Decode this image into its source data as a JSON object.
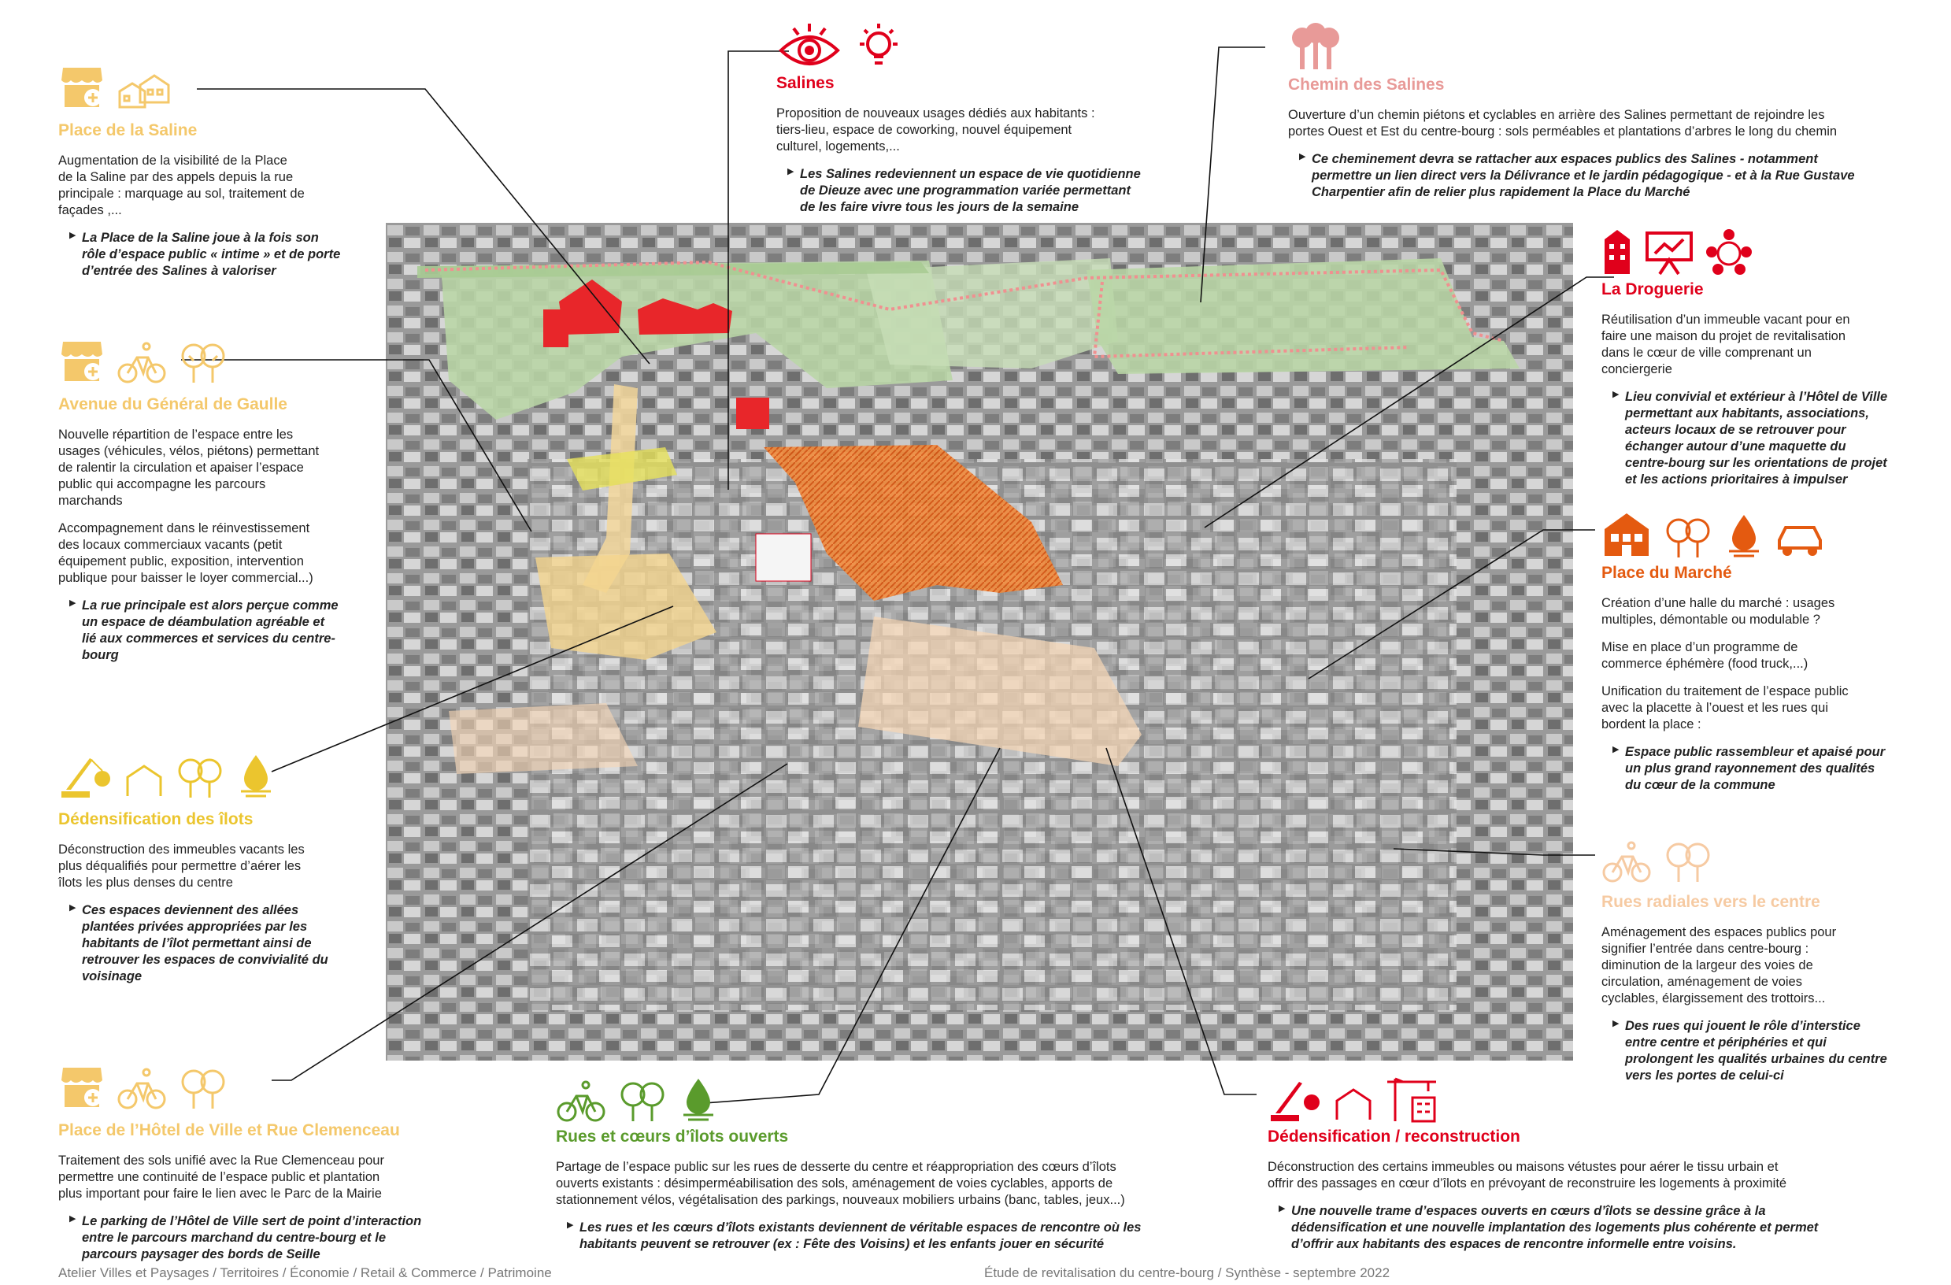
{
  "colors": {
    "sand": "#f4c86b",
    "gold": "#ebc52e",
    "red": "#e0001b",
    "pink": "#e89a98",
    "orange": "#e45a10",
    "green": "#5a9b2c",
    "peach": "#f6caa2"
  },
  "sections": {
    "saline": {
      "icons": [
        "market-stall-add-icon",
        "buildings-icon"
      ],
      "title": "Place de la Saline",
      "para": "Augmentation de la visibilité de la Place\nde la Saline par des appels depuis la rue\nprincipale : marquage au sol, traitement de\nfaçades ,...",
      "bullet": "La Place de la Saline joue à la fois son\nrôle d’espace public « intime » et de porte\nd’entrée des Salines à valoriser"
    },
    "gaulle": {
      "icons": [
        "market-stall-add-icon",
        "bicycle-icon",
        "trees-icon"
      ],
      "title": "Avenue du Général de Gaulle",
      "para1": "Nouvelle répartition de l’espace entre les\nusages (véhicules, vélos, piétons) permettant\nde ralentir la circulation et apaiser l’espace\npublic qui accompagne les parcours\nmarchands",
      "para2": "Accompagnement dans le réinvestissement\ndes locaux commerciaux vacants (petit\néquipement public, exposition, intervention\npublique pour baisser le loyer commercial...)",
      "bullet": "La rue principale est alors perçue comme\nun espace de déambulation agréable et\nlié aux commerces et services du centre-\nbourg"
    },
    "ilots": {
      "icons": [
        "demolition-crane-icon",
        "trees-icon",
        "water-drop-icon"
      ],
      "title": "Dédensification des îlots",
      "para": "Déconstruction des immeubles vacants les\nplus déqualifiés pour permettre d’aérer les\nîlots les plus denses du centre",
      "bullet": "Ces espaces deviennent des allées\nplantées privées appropriées par les\nhabitants de l’îlot permettant ainsi de\nretrouver les espaces de convivialité du\nvoisinage"
    },
    "hotelville": {
      "icons": [
        "market-stall-add-icon",
        "bicycle-icon",
        "trees-icon"
      ],
      "title": "Place de l’Hôtel de Ville et Rue Clemenceau",
      "para": "Traitement des sols unifié avec la Rue Clemenceau pour\npermettre une continuité de l’espace public et plantation\nplus important pour faire le lien avec le Parc de la Mairie",
      "bullet": "Le parking de l’Hôtel de Ville sert de point d’interaction\nentre le parcours marchand du centre-bourg et le\nparcours paysager des bords de Seille"
    },
    "salines": {
      "icons": [
        "eye-icon",
        "lightbulb-icon"
      ],
      "title": "Salines",
      "para": "Proposition de nouveaux usages dédiés aux habitants :\ntiers-lieu, espace de coworking, nouvel équipement\nculturel, logements,...",
      "bullet": "Les Salines redeviennent un espace de vie quotidienne\nde Dieuze avec une programmation variée permettant\nde les faire vivre tous les jours de la semaine"
    },
    "chemin": {
      "icons": [
        "trees-icon"
      ],
      "title": "Chemin des Salines",
      "para": "Ouverture d’un chemin piétons et cyclables en arrière des Salines permettant de rejoindre les\nportes Ouest et Est du centre-bourg : sols perméables et plantations d’arbres le long du chemin",
      "bullet": "Ce cheminement devra se rattacher aux espaces publics des Salines - notamment\npermettre un lien direct vers la Délivrance et le jardin pédagogique - et à la Rue Gustave\nCharpentier afin de relier plus rapidement la Place du Marché"
    },
    "droguerie": {
      "icons": [
        "building-icon",
        "presentation-icon",
        "community-icon"
      ],
      "title": "La Droguerie",
      "para": "Réutilisation d’un immeuble vacant pour en\nfaire une maison du projet de revitalisation\ndans le cœur de ville comprenant un\nconciergerie",
      "bullet": "Lieu convivial et extérieur à l’Hôtel de Ville\npermettant aux habitants, associations,\nacteurs locaux de se retrouver pour\néchanger autour d’une maquette du\ncentre-bourg sur les orientations de projet\net les actions prioritaires à impulser"
    },
    "marche": {
      "icons": [
        "market-hall-icon",
        "trees-icon",
        "water-drop-icon",
        "car-icon"
      ],
      "title": "Place du Marché",
      "para1": "Création d’une halle du marché : usages\nmultiples, démontable ou modulable ?",
      "para2": "Mise en place d’un programme de\ncommerce éphémère (food truck,...)",
      "para3": "Unification du traitement de l’espace public\navec la placette à l’ouest et les rues qui\nbordent la place :",
      "bullet": "Espace public rassembleur et apaisé pour\nun plus grand rayonnement des qualités\ndu cœur de la commune"
    },
    "radiales": {
      "icons": [
        "bicycle-icon",
        "trees-icon"
      ],
      "title": "Rues radiales vers le centre",
      "para": "Aménagement des espaces publics pour\nsignifier l’entrée dans centre-bourg :\ndiminution de la largeur des voies de\ncirculation, aménagement de voies\ncyclables, élargissement des trottoirs...",
      "bullet": "Des rues qui jouent le rôle d’interstice\nentre centre et périphéries et qui\nprolongent les qualités urbaines du centre\nvers les portes de celui-ci"
    },
    "rues_coeurs": {
      "icons": [
        "bicycle-icon",
        "trees-icon",
        "water-drop-icon"
      ],
      "title": "Rues et cœurs d’îlots ouverts",
      "para": "Partage de l’espace public sur les rues de desserte du centre et réappropriation des cœurs d’îlots\nouverts existants : désimperméabilisation des sols, aménagement de voies cyclables, apports de\nstationnement vélos, végétalisation des parkings, nouveaux mobiliers urbains (banc, tables, jeux...)",
      "bullet": "Les rues et les cœurs d’îlots existants deviennent de véritable espaces de rencontre où les\nhabitants peuvent se retrouver (ex : Fête des Voisins) et les enfants jouer en sécurité"
    },
    "reconstruction": {
      "icons": [
        "demolition-crane-icon",
        "construction-crane-icon"
      ],
      "title": "Dédensification / reconstruction",
      "para": "Déconstruction des certains immeubles ou maisons vétustes pour aérer le tissu urbain et\noffrir des passages en cœur d’îlots en prévoyant de reconstruire les logements à proximité",
      "bullet": "Une nouvelle trame d’espaces ouverts en cœurs d’îlots se dessine grâce à la\ndédensification et une nouvelle implantation des logements plus cohérente et permet\nd’offrir aux habitants des espaces de rencontre informelle entre voisins."
    }
  },
  "footer": {
    "left": "Atelier Villes et Paysages / Territoires / Économie / Retail & Commerce / Patrimoine",
    "right": "Étude de revitalisation du centre-bourg / Synthèse - septembre 2022"
  }
}
